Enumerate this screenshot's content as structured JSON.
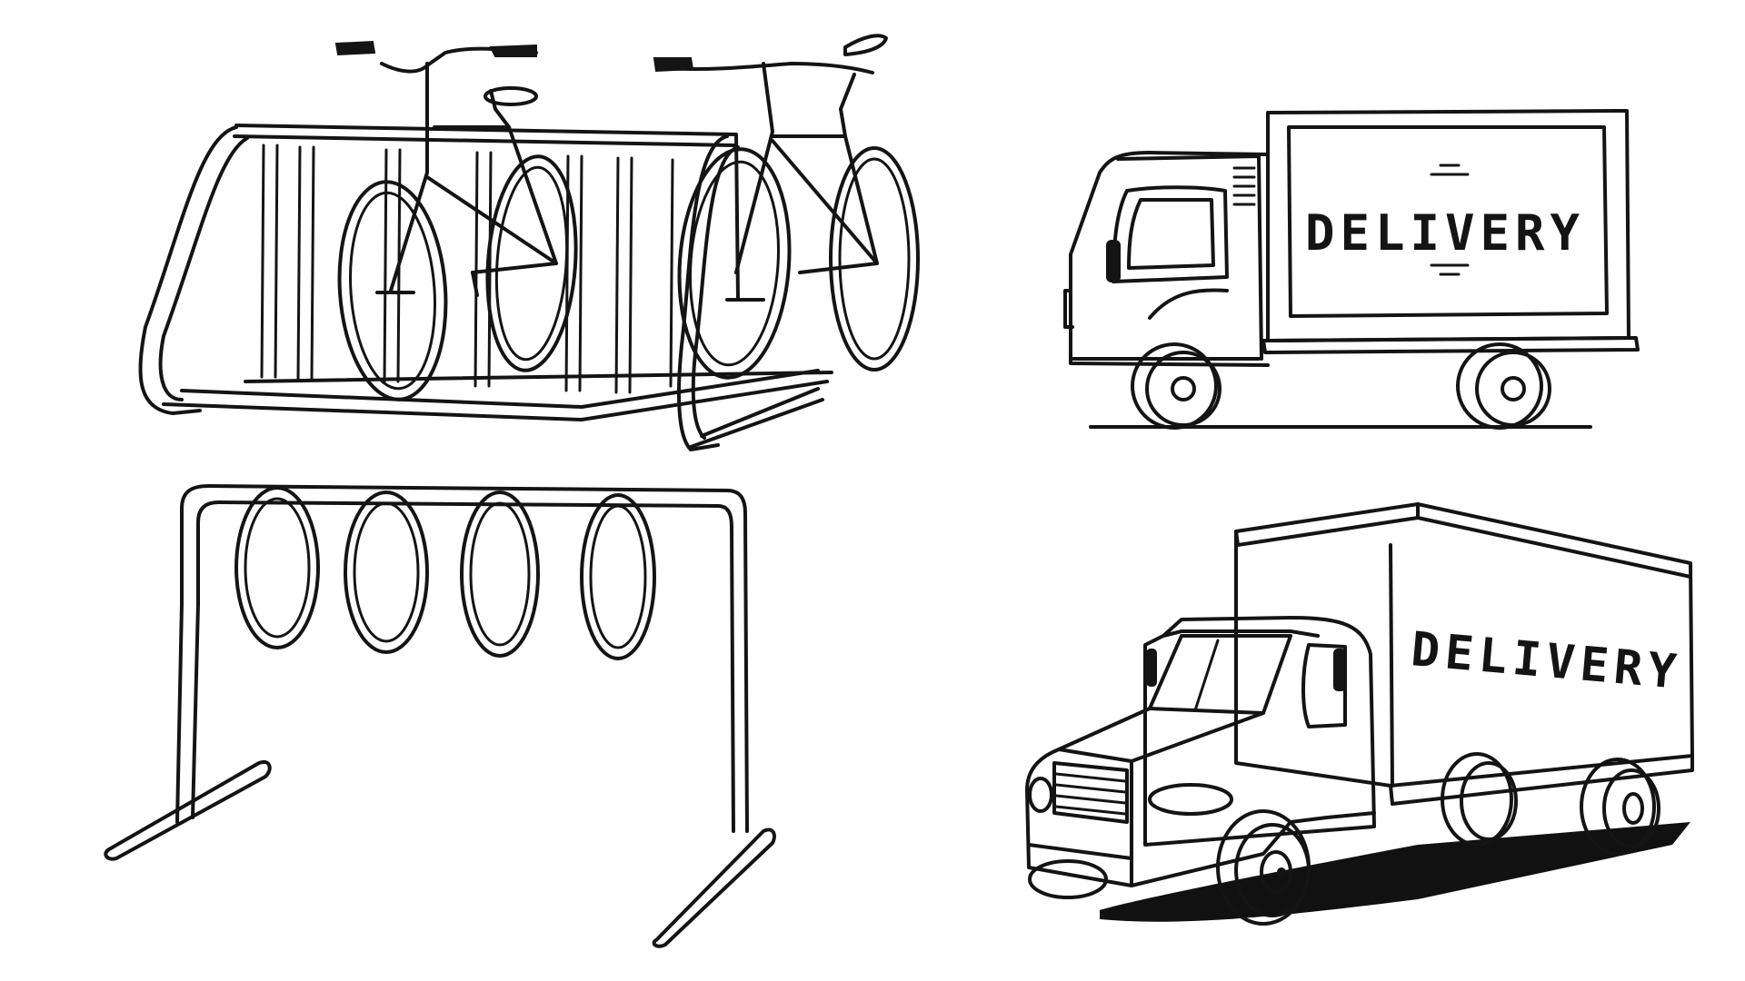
{
  "illustration": {
    "style": "black-ink sketch on white",
    "background_color": "#ffffff",
    "ink_color": "#141414",
    "items": [
      {
        "name": "wave-bike-rack-with-two-bicycles"
      },
      {
        "name": "side-view-delivery-truck",
        "text": "DELIVERY"
      },
      {
        "name": "loop-bike-rack"
      },
      {
        "name": "three-quarter-view-delivery-truck",
        "text": "DELIVERY"
      }
    ]
  }
}
